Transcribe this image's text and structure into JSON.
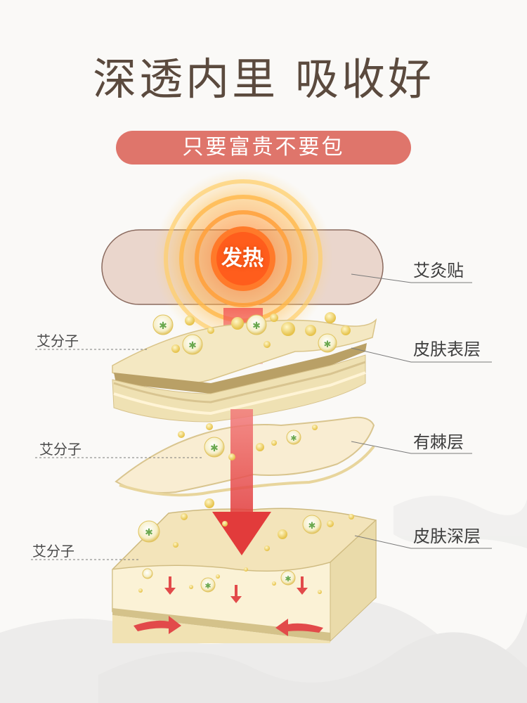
{
  "headline": "深透内里 吸收好",
  "pill": "只要富贵不要包",
  "heat": "发热",
  "layers": {
    "patch": "艾灸贴",
    "surface": "皮肤表层",
    "spinous": "有棘层",
    "deep": "皮肤深层"
  },
  "molecule_labels": [
    "艾分子",
    "艾分子",
    "艾分子"
  ],
  "colors": {
    "title": "#5b4a3e",
    "pill": "#df756b",
    "arrow": "#e25a5a",
    "heat": "#f58a2a",
    "skin": "#f3e6bf"
  }
}
